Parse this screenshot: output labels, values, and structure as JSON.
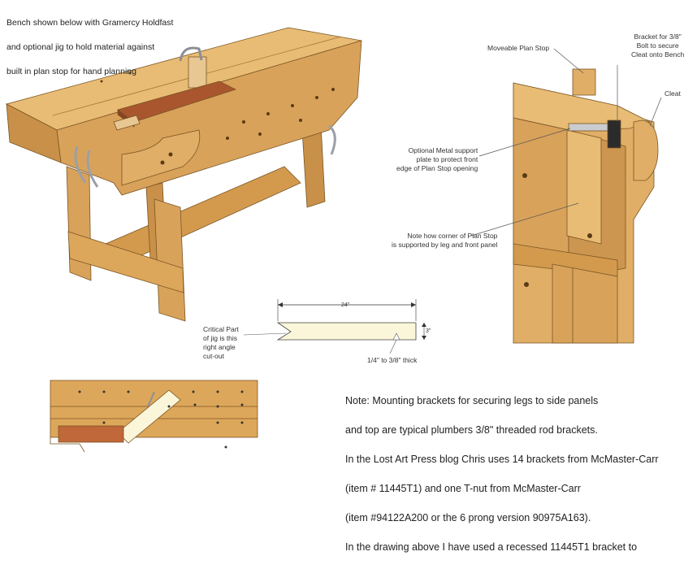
{
  "caption_top_left": {
    "line1": "Bench shown below with Gramercy Holdfast",
    "line2": "and optional jig to hold material against",
    "line3": "built in plan stop for hand planning"
  },
  "callouts": {
    "moveable_plan_stop": "Moveable Plan Stop",
    "bracket": "Bracket for 3/8\"\nBolt to secure\nCleat onto Bench",
    "cleat": "Cleat",
    "metal_plate": "Optional Metal support\nplate to protect front\nedge of Plan Stop opening",
    "corner_note": "Note how corner of Plan Stop\nis supported by leg and front panel",
    "critical_part": "Critical Part\nof jig is this\nright angle\ncut-out",
    "thickness": "1/4\" to 3/8\" thick",
    "dim_length": "24\"",
    "dim_height": "3\""
  },
  "note": {
    "line1": "Note: Mounting brackets for securing legs to side panels",
    "line2": "and top are typical plumbers 3/8\" threaded rod brackets.",
    "line3": "In the Lost Art Press blog Chris uses 14 brackets from McMaster-Carr",
    "line4": "(item # 11445T1) and one T-nut from McMaster-Carr",
    "line5": "(item #94122A200 or the 6 prong version 90975A163).",
    "line6": "In the drawing above I have used a recessed 11445T1 bracket to"
  },
  "colors": {
    "wood": "#DDA75B",
    "wood_light": "#E8BC74",
    "wood_dark": "#C08A42",
    "jig": "#A9562E",
    "jig_strip": "#FBF6D9",
    "steel": "#C9CCD0"
  }
}
